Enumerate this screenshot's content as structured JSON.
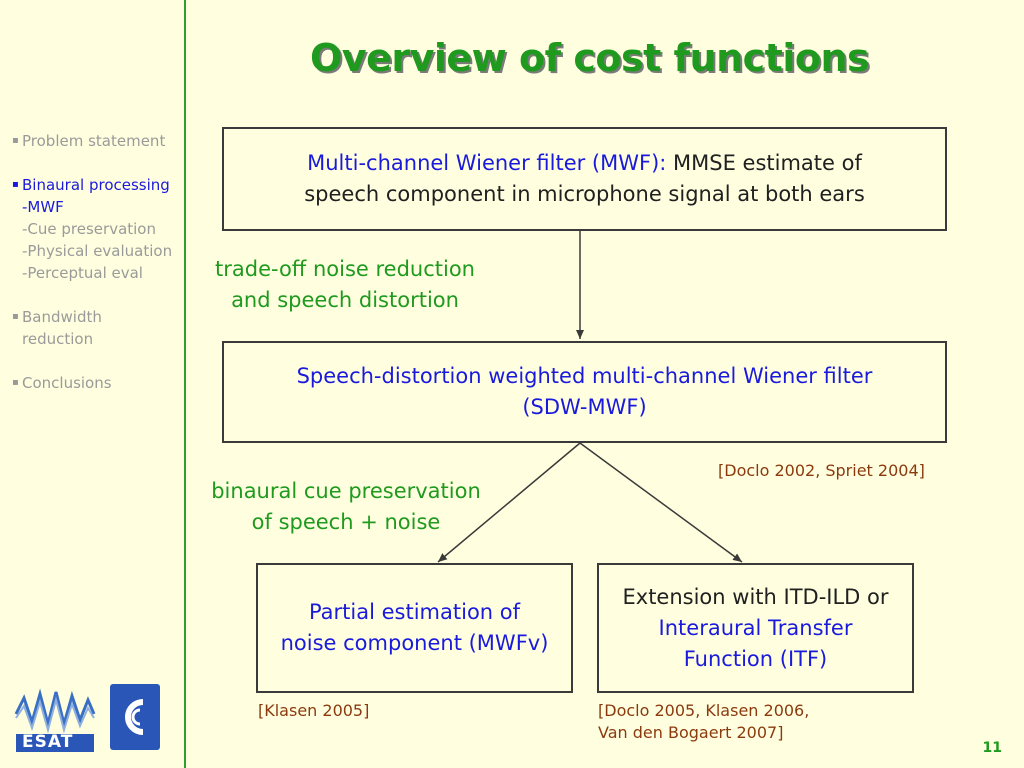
{
  "slide": {
    "title": "Overview of cost functions",
    "page_number": "11"
  },
  "nav": {
    "items": [
      {
        "label": "Problem statement",
        "active": false
      },
      {
        "label": "Binaural processing",
        "active": true,
        "subitems": [
          "-MWF",
          "-Cue preservation",
          "-Physical evaluation",
          "-Perceptual eval"
        ]
      },
      {
        "label": "Bandwidth reduction",
        "active": false,
        "lines": [
          "Bandwidth",
          "reduction"
        ]
      },
      {
        "label": "Conclusions",
        "active": false
      }
    ]
  },
  "diagram": {
    "box_mwf": {
      "term": "Multi-channel Wiener filter (MWF)",
      "separator": ":",
      "desc_line1": " MMSE estimate of",
      "desc_line2": "speech component in microphone signal at both ears"
    },
    "label_tradeoff": {
      "line1": "trade-off noise reduction",
      "line2": "and speech distortion"
    },
    "box_sdw": {
      "line1": "Speech-distortion weighted multi-channel Wiener filter",
      "line2": "(SDW-MWF)"
    },
    "cite_sdw": "[Doclo 2002, Spriet 2004]",
    "label_binaural": {
      "line1": "binaural cue preservation",
      "line2": "of speech + noise"
    },
    "box_partial": {
      "line1": "Partial estimation of",
      "line2": "noise component (MWFv)"
    },
    "cite_partial": "[Klasen 2005]",
    "box_extension": {
      "line1": "Extension with ITD-ILD or",
      "line2": "Interaural Transfer",
      "line3": "Function (ITF)"
    },
    "cite_extension": {
      "line1": "[Doclo 2005, Klasen 2006,",
      "line2": "Van den Bogaert 2007]"
    }
  },
  "logos": {
    "left": "ESAT",
    "right": "university-logo"
  },
  "colors": {
    "background": "#ffffe0",
    "accent_green": "#1f9a1f",
    "blue_text": "#1a1adc",
    "citation": "#8b3a0e"
  }
}
